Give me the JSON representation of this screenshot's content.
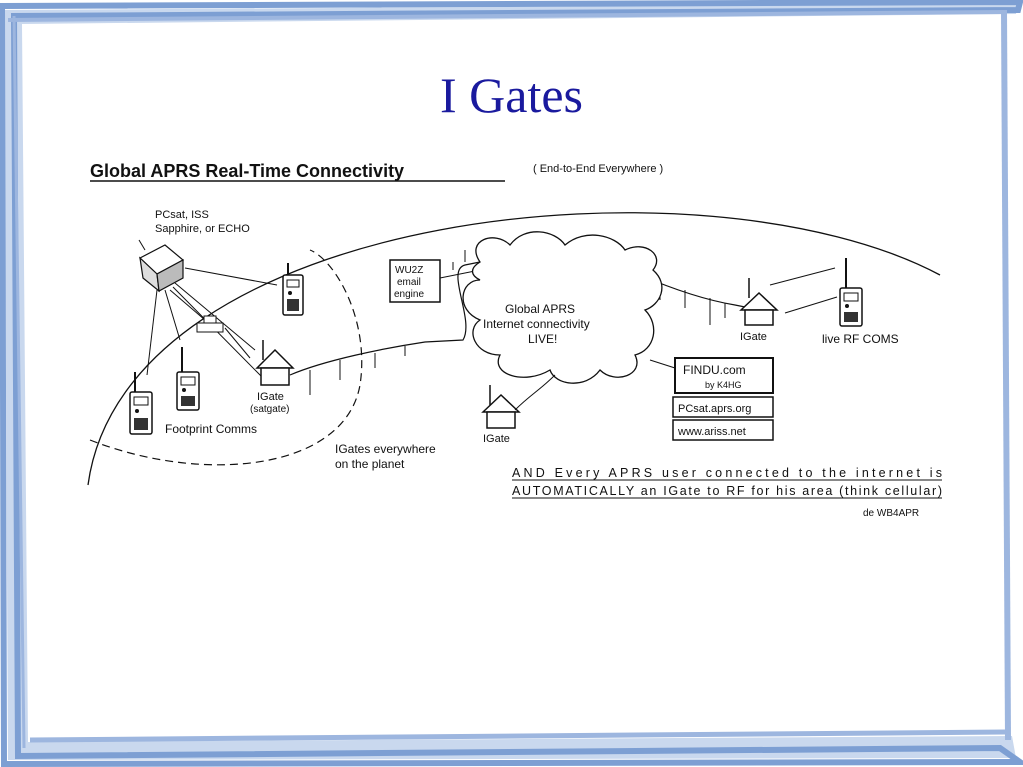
{
  "slide": {
    "title": "I Gates"
  },
  "diagram": {
    "heading": "Global APRS Real-Time Connectivity",
    "subheading": "( End-to-End Everywhere )",
    "satellite_label_1": "PCsat, ISS",
    "satellite_label_2": "Sapphire, or ECHO",
    "wu2z_1": "WU2Z",
    "wu2z_2": "email",
    "wu2z_3": "engine",
    "cloud_1": "Global APRS",
    "cloud_2": "Internet connectivity",
    "cloud_3": "LIVE!",
    "igate_satgate": "IGate",
    "satgate": "(satgate)",
    "igate_right": "IGate",
    "igate_bottom": "IGate",
    "live_rf": "live RF COMS",
    "footprint": "Footprint Comms",
    "igates_everywhere_1": "IGates everywhere",
    "igates_everywhere_2": "on the planet",
    "findu": "FINDU.com",
    "findu_by": "by K4HG",
    "pcsat_site": "PCsat.aprs.org",
    "ariss_site": "www.ariss.net",
    "note_1": "AND Every APRS user connected to the internet is",
    "note_2": "AUTOMATICALLY an IGate to RF for his area (think cellular)",
    "credit": "de WB4APR"
  },
  "colors": {
    "title": "#1a1a9e",
    "frame_blue": "#7d9fd3",
    "frame_light": "#c9d8ee"
  }
}
